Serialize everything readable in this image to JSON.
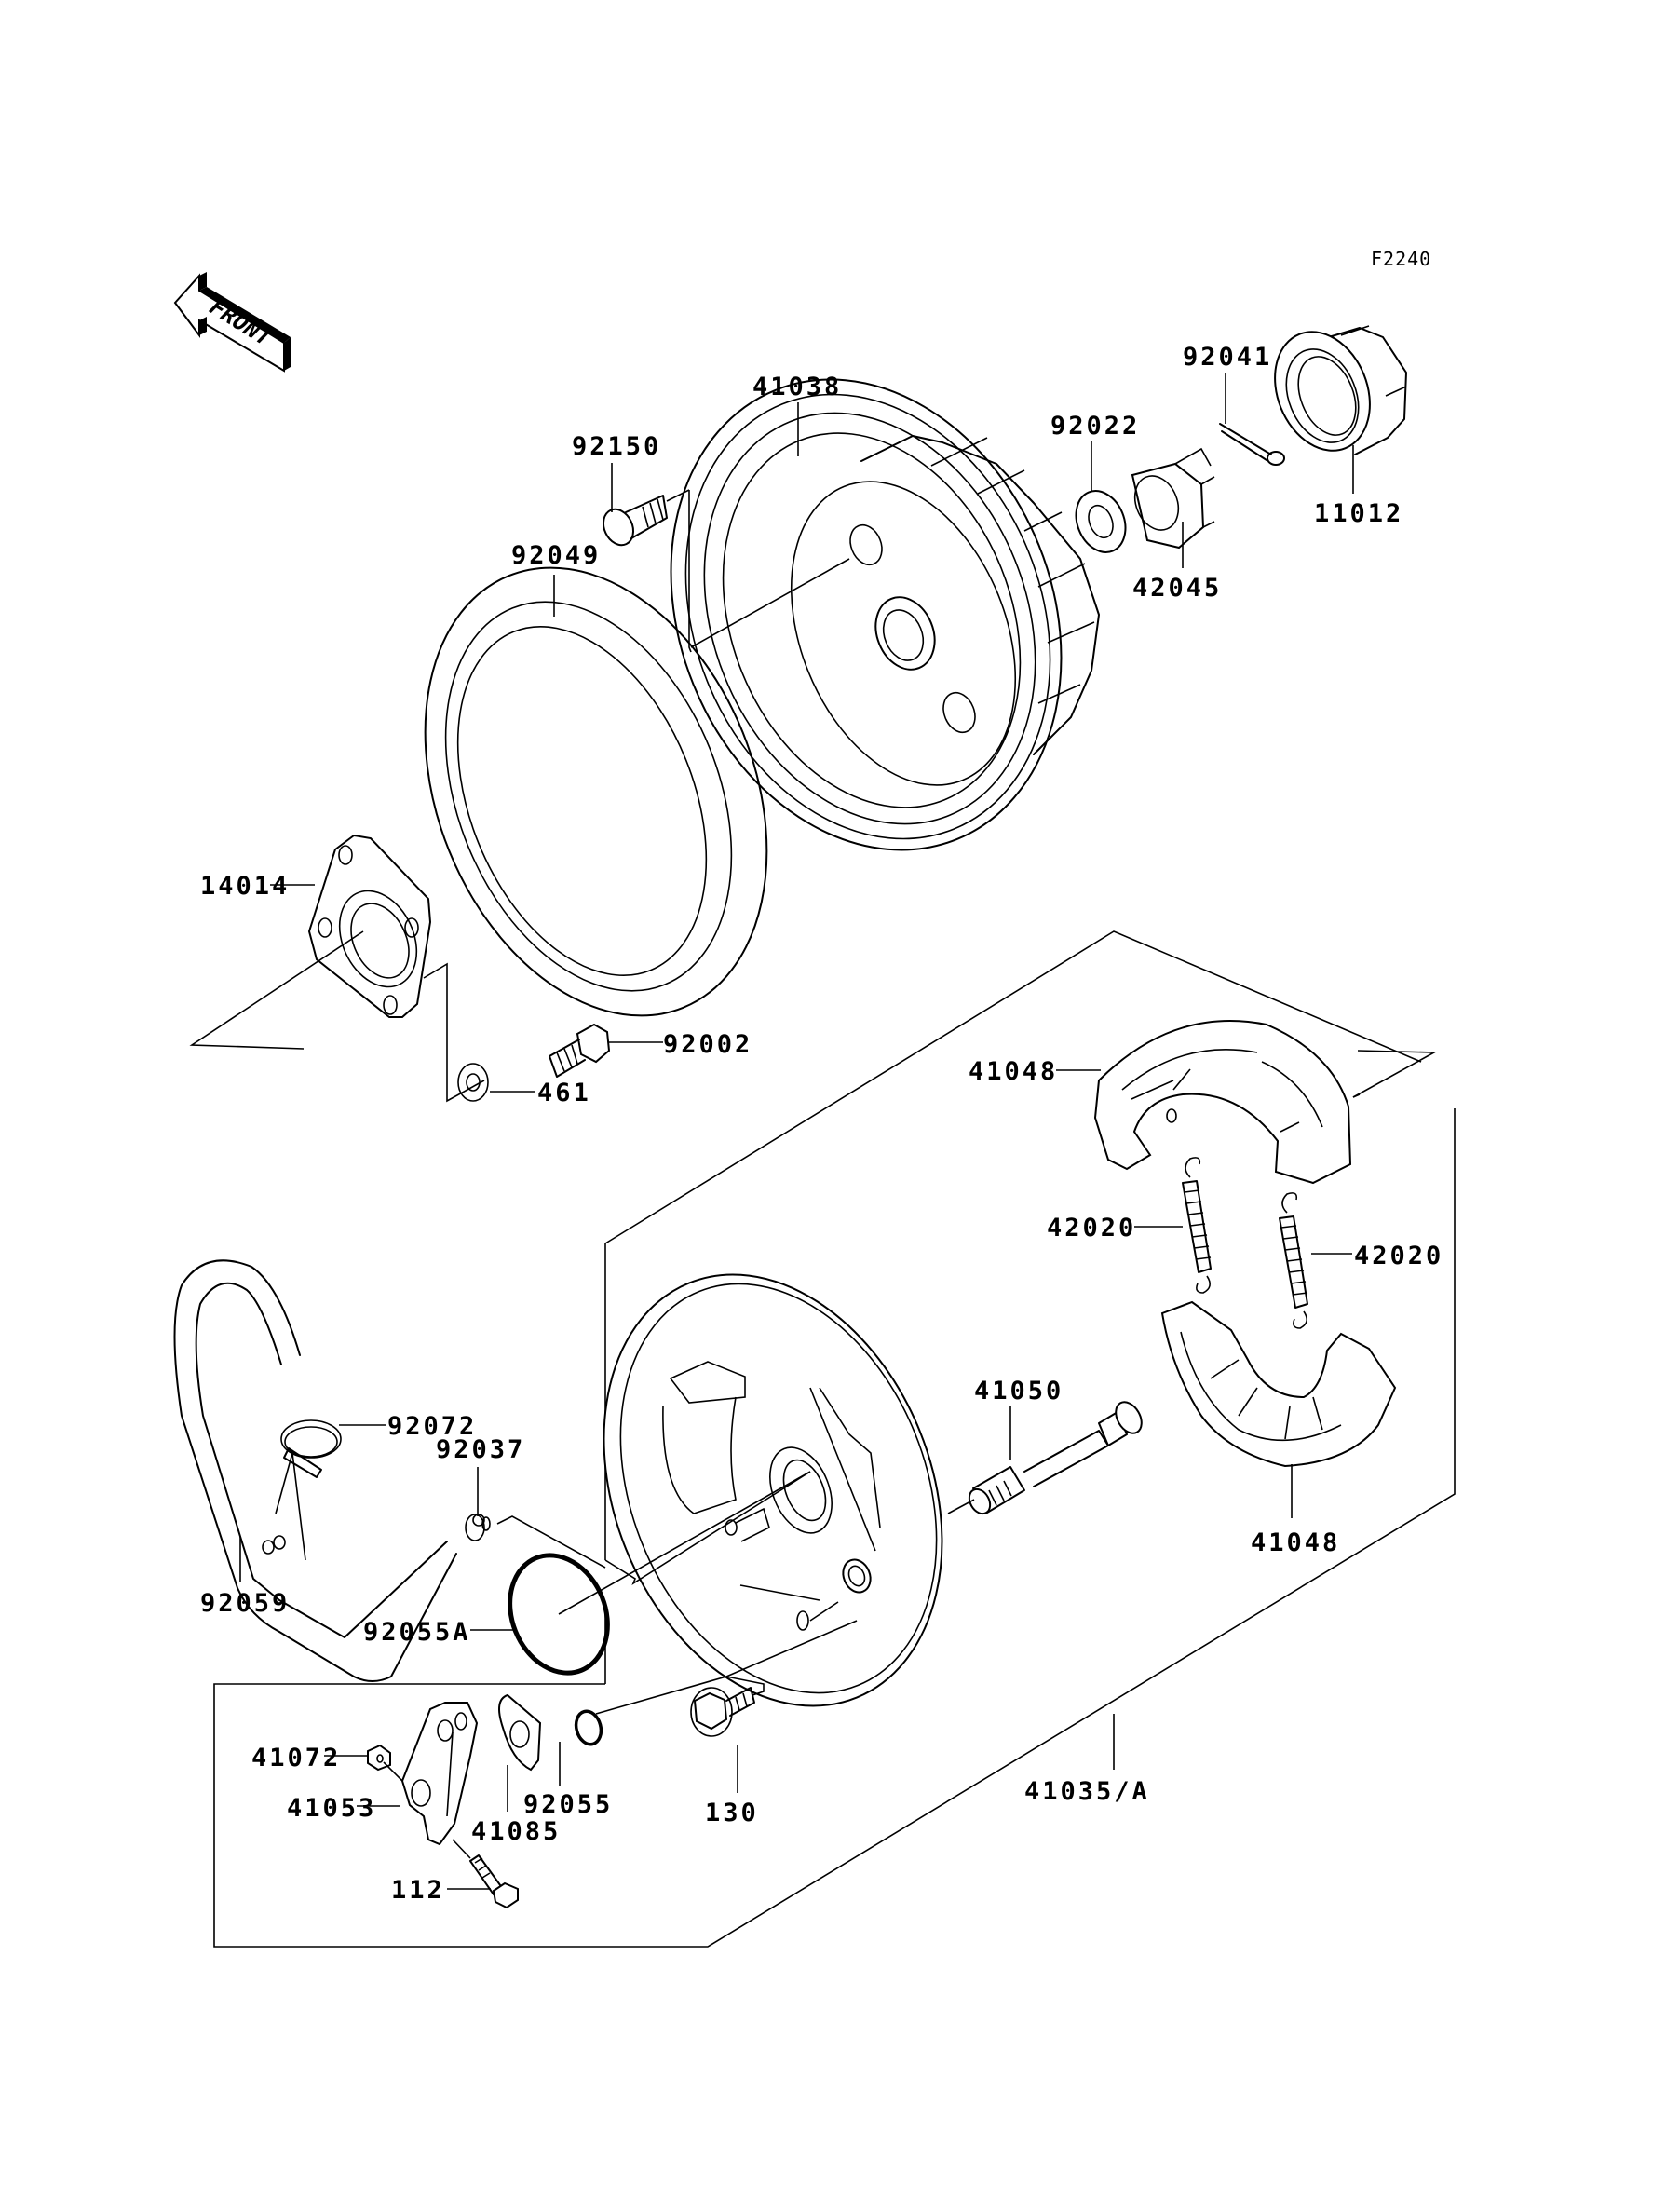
{
  "diagram": {
    "figure_code": "F2240",
    "direction_indicator": "FRONT",
    "title": "Rear brake / drum assembly exploded view",
    "line_color": "#000000",
    "background_color": "#ffffff"
  },
  "parts": {
    "p41038": "41038",
    "p92150": "92150",
    "p92049": "92049",
    "p92022": "92022",
    "p92041": "92041",
    "p11012": "11012",
    "p42045": "42045",
    "p14014": "14014",
    "p92002": "92002",
    "p461": "461",
    "p41048_top": "41048",
    "p42020_left": "42020",
    "p42020_right": "42020",
    "p41050": "41050",
    "p41048_bottom": "41048",
    "p92072": "92072",
    "p92037": "92037",
    "p92059": "92059",
    "p92055A": "92055A",
    "p41072": "41072",
    "p41053": "41053",
    "p41085": "41085",
    "p92055": "92055",
    "p130": "130",
    "p112": "112",
    "p41035A": "41035/A"
  }
}
